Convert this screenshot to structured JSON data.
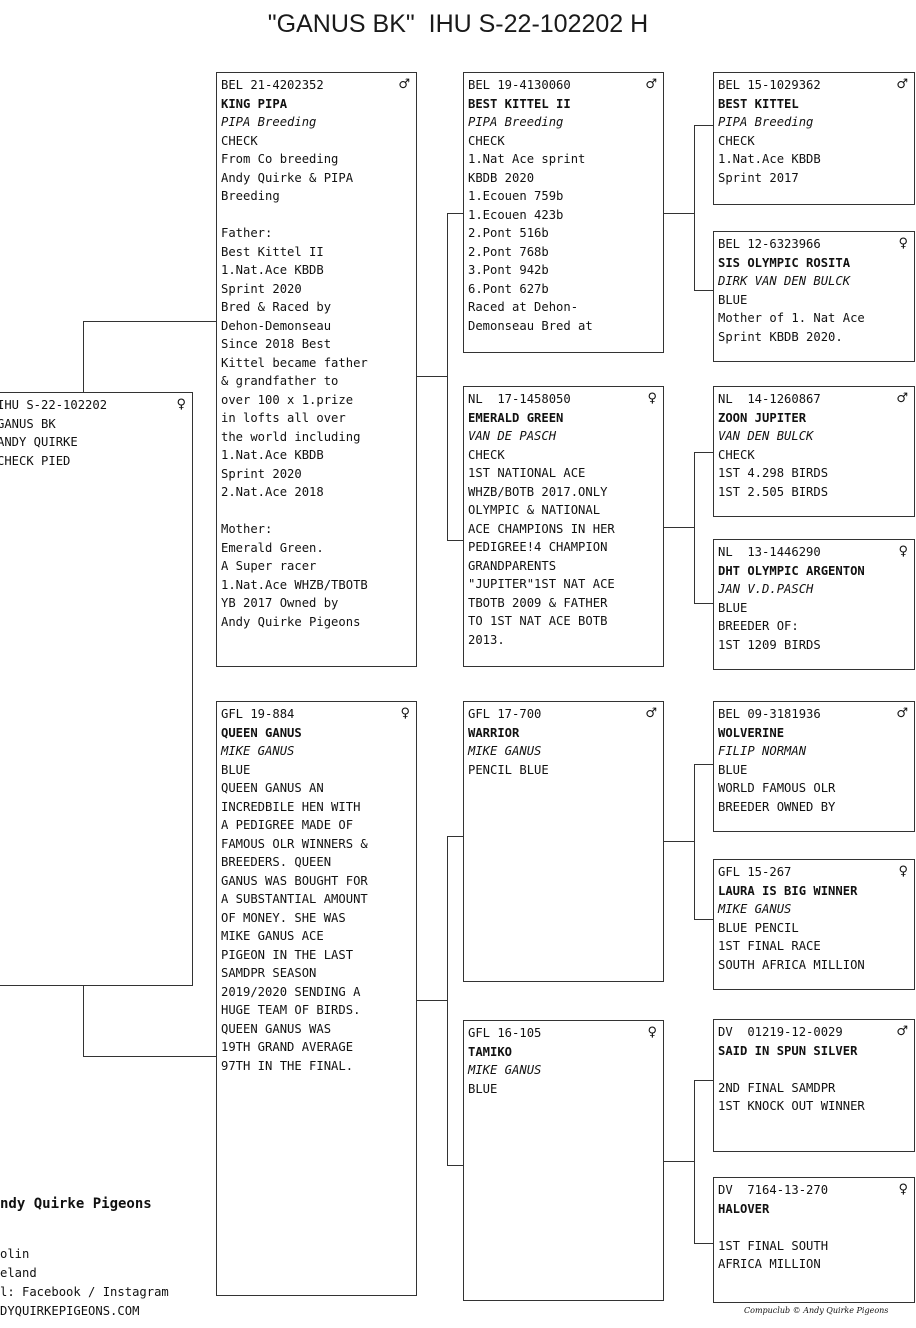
{
  "title": "\"GANUS BK\"  IHU S-22-102202 H",
  "subject": {
    "ring": "IHU S-22-102202",
    "sex": "♀",
    "lines": [
      "GANUS BK",
      "ANDY QUIRKE",
      "CHECK PIED"
    ]
  },
  "sire": {
    "ring": "BEL 21-4202352",
    "sex": "♂",
    "name": "KING PIPA",
    "breeder": "PIPA Breeding",
    "lines": [
      "CHECK",
      "From Co breeding",
      "Andy Quirke & PIPA",
      "Breeding",
      "",
      "Father:",
      "Best Kittel II",
      "1.Nat.Ace KBDB",
      "Sprint 2020",
      "Bred & Raced by",
      "Dehon-Demonseau",
      "Since 2018 Best",
      "Kittel became father",
      "& grandfather to",
      "over 100 x 1.prize",
      "in lofts all over",
      "the world including",
      "1.Nat.Ace KBDB",
      "Sprint 2020",
      "2.Nat.Ace 2018",
      "",
      "Mother:",
      "Emerald Green.",
      "A Super racer",
      "1.Nat.Ace WHZB/TBOTB",
      "YB 2017 Owned by",
      "Andy Quirke Pigeons"
    ]
  },
  "dam": {
    "ring": "GFL 19-884",
    "sex": "♀",
    "name": "QUEEN GANUS",
    "breeder": "MIKE GANUS",
    "lines": [
      "BLUE",
      "QUEEN GANUS AN",
      "INCREDBILE HEN WITH",
      "A PEDIGREE MADE OF",
      "FAMOUS OLR WINNERS &",
      "BREEDERS. QUEEN",
      "GANUS WAS BOUGHT FOR",
      "A SUBSTANTIAL AMOUNT",
      "OF MONEY. SHE WAS",
      "MIKE GANUS ACE",
      "PIGEON IN THE LAST",
      "SAMDPR SEASON",
      "2019/2020 SENDING A",
      "HUGE TEAM OF BIRDS.",
      "QUEEN GANUS WAS",
      "19TH GRAND AVERAGE",
      "97TH IN THE FINAL."
    ]
  },
  "ss": {
    "ring": "BEL 19-4130060",
    "sex": "♂",
    "name": "BEST KITTEL II",
    "breeder": "PIPA Breeding",
    "lines": [
      "CHECK",
      "1.Nat Ace sprint",
      "KBDB 2020",
      "1.Ecouen 759b",
      "1.Ecouen 423b",
      "2.Pont 516b",
      "2.Pont 768b",
      "3.Pont 942b",
      "6.Pont 627b",
      "Raced at Dehon-",
      "Demonseau Bred at"
    ]
  },
  "sd": {
    "ring": "NL  17-1458050",
    "sex": "♀",
    "name": "EMERALD GREEN",
    "breeder": "VAN DE PASCH",
    "lines": [
      "CHECK",
      "1ST NATIONAL ACE",
      "WHZB/BOTB 2017.ONLY",
      "OLYMPIC & NATIONAL",
      "ACE CHAMPIONS IN HER",
      "PEDIGREE!4 CHAMPION",
      "GRANDPARENTS",
      "\"JUPITER\"1ST NAT ACE",
      "TBOTB 2009 & FATHER",
      "TO 1ST NAT ACE BOTB",
      "2013."
    ]
  },
  "ds": {
    "ring": "GFL 17-700",
    "sex": "♂",
    "name": "WARRIOR",
    "breeder": "MIKE GANUS",
    "lines": [
      "PENCIL BLUE"
    ]
  },
  "dd": {
    "ring": "GFL 16-105",
    "sex": "♀",
    "name": "TAMIKO",
    "breeder": "MIKE GANUS",
    "lines": [
      "BLUE"
    ]
  },
  "sss": {
    "ring": "BEL 15-1029362",
    "sex": "♂",
    "name": "BEST KITTEL",
    "breeder": "PIPA Breeding",
    "lines": [
      "CHECK",
      "1.Nat.Ace KBDB",
      "Sprint 2017"
    ]
  },
  "ssd": {
    "ring": "BEL 12-6323966",
    "sex": "♀",
    "name": "SIS OLYMPIC ROSITA",
    "breeder": "DIRK VAN DEN BULCK",
    "lines": [
      "BLUE",
      "Mother of 1. Nat Ace",
      "Sprint KBDB 2020."
    ]
  },
  "sds": {
    "ring": "NL  14-1260867",
    "sex": "♂",
    "name": "ZOON JUPITER",
    "breeder": "VAN DEN BULCK",
    "lines": [
      "CHECK",
      "1ST 4.298 BIRDS",
      "1ST 2.505 BIRDS"
    ]
  },
  "sdd": {
    "ring": "NL  13-1446290",
    "sex": "♀",
    "name": "DHT OLYMPIC ARGENTON",
    "breeder": "JAN V.D.PASCH",
    "lines": [
      "BLUE",
      "BREEDER OF:",
      "1ST 1209 BIRDS"
    ]
  },
  "dss": {
    "ring": "BEL 09-3181936",
    "sex": "♂",
    "name": "WOLVERINE",
    "breeder": "FILIP NORMAN",
    "lines": [
      "BLUE",
      "WORLD FAMOUS OLR",
      "BREEDER OWNED BY"
    ]
  },
  "dsd": {
    "ring": "GFL 15-267",
    "sex": "♀",
    "name": "LAURA IS BIG WINNER",
    "breeder": "MIKE GANUS",
    "lines": [
      "BLUE PENCIL",
      "1ST FINAL RACE",
      "SOUTH AFRICA MILLION"
    ]
  },
  "dds": {
    "ring": "DV  01219-12-0029",
    "sex": "♂",
    "name": "SAID IN SPUN SILVER",
    "breeder": "",
    "lines": [
      "",
      "2ND FINAL SAMDPR",
      "1ST KNOCK OUT WINNER"
    ]
  },
  "ddd": {
    "ring": "DV  7164-13-270",
    "sex": "♀",
    "name": "HALOVER",
    "breeder": "",
    "lines": [
      "",
      "1ST FINAL SOUTH",
      "AFRICA MILLION"
    ]
  },
  "owner": {
    "name": "ndy Quirke Pigeons",
    "lines": [
      "olin",
      "eland",
      "l: Facebook / Instagram",
      "DYQUIRKEPIGEONS.COM"
    ]
  },
  "copyright": "Compuclub © Andy Quirke Pigeons"
}
